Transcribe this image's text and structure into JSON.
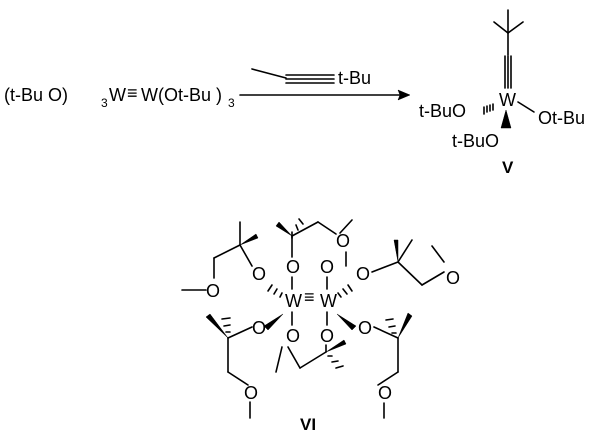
{
  "reaction": {
    "reactant_prefix": "(t-Bu O)",
    "reactant_sub1": "3",
    "reactant_core": "W",
    "reactant_triple": "≡",
    "reactant_w2": "W(Ot-Bu )",
    "reactant_sub2": "3",
    "reagent_tbu": "t-Bu"
  },
  "compound_V": {
    "w": "W",
    "left_o": "t-BuO",
    "right_o": "Ot-Bu",
    "bottom_o": "t-BuO",
    "label": "V"
  },
  "compound_VI": {
    "w_left": "W",
    "w_right": "W",
    "triple": "≡",
    "oxygen": "O",
    "label": "VI"
  }
}
